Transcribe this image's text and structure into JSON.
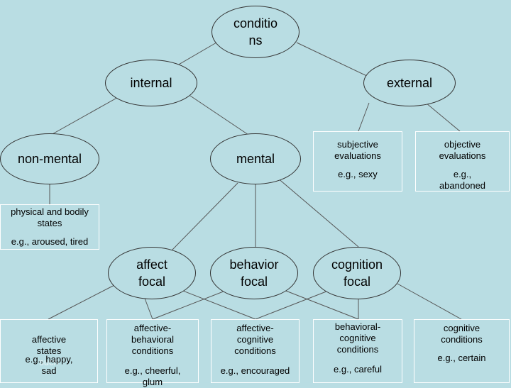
{
  "nodes": {
    "conditions": "conditio\nns",
    "internal": "internal",
    "external": "external",
    "non_mental": "non-mental",
    "mental": "mental",
    "affect_focal": "affect\nfocal",
    "behavior_focal": "behavior\nfocal",
    "cognition_focal": "cognition\nfocal"
  },
  "boxes": {
    "subjective": {
      "title": "subjective\nevaluations",
      "example": "e.g., sexy"
    },
    "objective": {
      "title": "objective\nevaluations",
      "example": "e.g.,\nabandoned"
    },
    "physical": {
      "title": "physical and bodily\nstates",
      "example": "e.g., aroused, tired"
    },
    "affective_states": {
      "title": "affective\nstates",
      "title_extra": "such",
      "example": "e.g., happy,\nsad"
    },
    "affective_behavioral": {
      "title": "affective-\nbehavioral\nconditions",
      "example": "e.g., cheerful,\nglum"
    },
    "affective_cognitive": {
      "title": "affective-\ncognitive\nconditions",
      "example": "e.g., encouraged"
    },
    "behavioral_cognitive": {
      "title": "behavioral-\ncognitive\nconditions",
      "example": "e.g., careful"
    },
    "cognitive_conditions": {
      "title": "cognitive\nconditions",
      "example": "e.g., certain"
    }
  }
}
